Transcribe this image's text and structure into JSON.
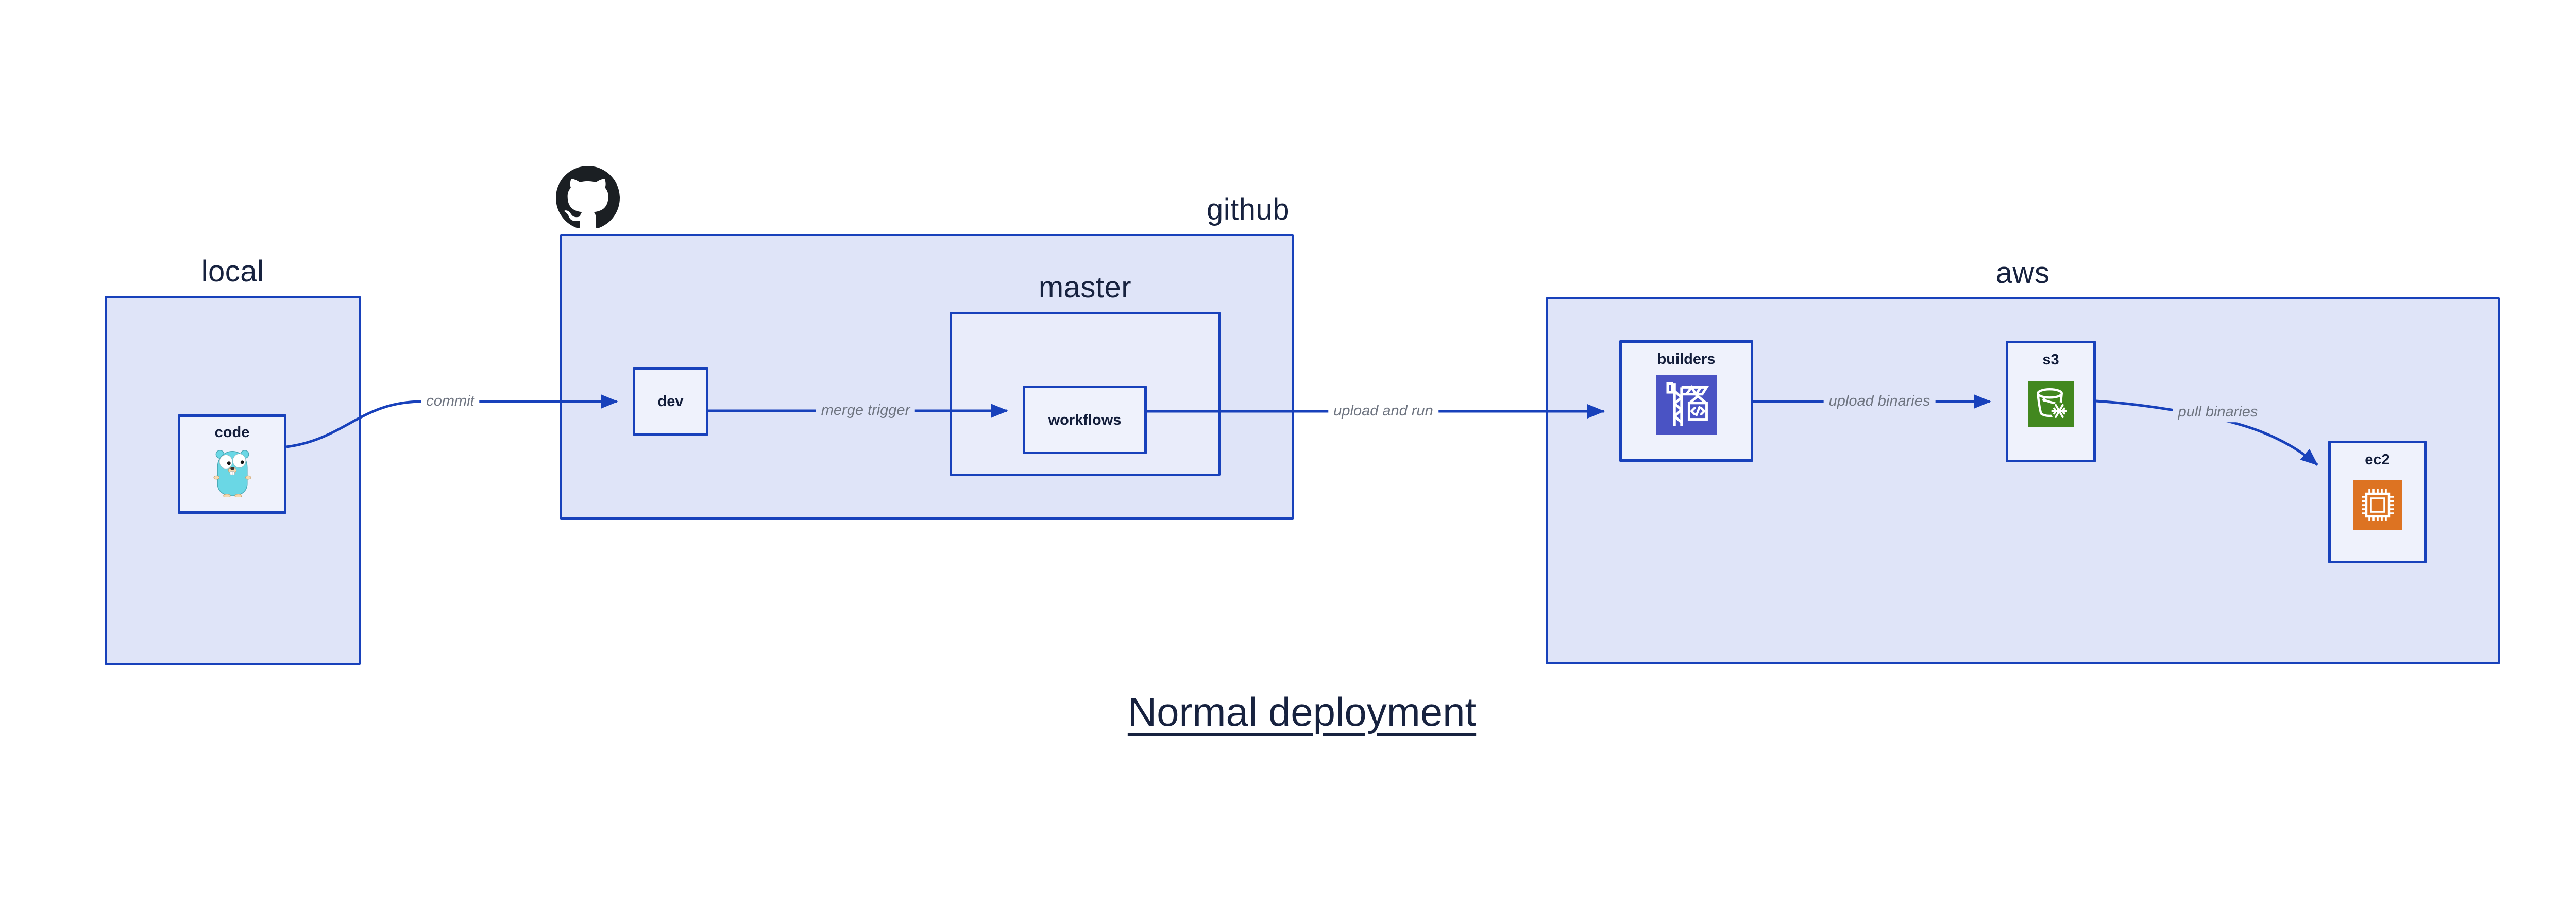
{
  "title": "Normal deployment",
  "groups": {
    "local": {
      "label": "local"
    },
    "github": {
      "label": "github"
    },
    "master": {
      "label": "master"
    },
    "aws": {
      "label": "aws"
    }
  },
  "nodes": {
    "code": {
      "label": "code"
    },
    "dev": {
      "label": "dev"
    },
    "workflows": {
      "label": "workflows"
    },
    "builders": {
      "label": "builders"
    },
    "s3": {
      "label": "s3"
    },
    "ec2": {
      "label": "ec2"
    }
  },
  "edges": [
    {
      "id": "commit",
      "label": "commit",
      "from": "code",
      "to": "dev"
    },
    {
      "id": "merge-trigger",
      "label": "merge trigger",
      "from": "dev",
      "to": "workflows"
    },
    {
      "id": "upload-and-run",
      "label": "upload and run",
      "from": "workflows",
      "to": "builders"
    },
    {
      "id": "upload-binaries",
      "label": "upload binaries",
      "from": "builders",
      "to": "s3"
    },
    {
      "id": "pull-binaries",
      "label": "pull binaries",
      "from": "s3",
      "to": "ec2"
    }
  ],
  "icons": {
    "octocat": "github-octocat-logo",
    "gopher": "go-gopher-mascot",
    "builders": "aws-codebuild-crane-icon",
    "s3": "aws-s3-glacier-bucket-icon",
    "ec2": "aws-ec2-chip-icon"
  },
  "colors": {
    "line_blue": "#1841bb",
    "group_fill": "#dfe4f8",
    "master_fill": "#e9ecfa",
    "node_fill": "#eff2fc",
    "label_navy": "#17223f",
    "edge_label_gray": "#6e7480",
    "codebuild_indigo": "#4a53c4",
    "s3_green": "#42881f",
    "ec2_orange": "#dd7322",
    "octocat_black": "#1b1f23",
    "gopher_teal": "#6ad7e5"
  }
}
